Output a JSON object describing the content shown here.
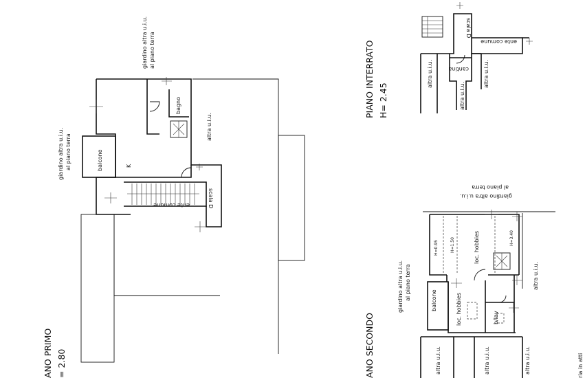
{
  "floors": {
    "piano_primo": {
      "title": "ANO PRIMO",
      "height": "= 2.80",
      "rooms": {
        "bagno": "bagno",
        "balcone": "balcone",
        "kitchen": "K",
        "scala": "scala D",
        "ente_comune": "ente comune",
        "altra_uiu": "altra u.i.u.",
        "giardino_top_1": "giardino altra u.i.u.",
        "giardino_top_2": "al piano terra",
        "giardino_left_1": "giardino altra u.i.u.",
        "giardino_left_2": "al piano terra"
      }
    },
    "piano_interrato": {
      "title": "PIANO INTERRATO",
      "height": "H= 2.45",
      "rooms": {
        "scala": "scala D",
        "ente_comune": "ente comune",
        "cantina": "cantina",
        "altra_uiu_1": "altra u.i.u.",
        "altra_uiu_2": "altra u.i.u.",
        "altra_uiu_3": "altra u.i.u."
      }
    },
    "piano_secondo": {
      "title": "ANO SECONDO",
      "rooms": {
        "giardino_top_1": "giardino altra u.i.u.",
        "giardino_top_2": "al piano terra",
        "giardino_left_1": "giardino altra u.i.u.",
        "giardino_left_2": "al piano terra",
        "loc_hobbies_1": "loc. hobbies",
        "loc_hobbies_2": "loc. hobbies",
        "h_095": "H=0.95",
        "h_150": "H=1.50",
        "h_340": "H=3.40",
        "balcone": "balcone",
        "blav": "b/lav",
        "altra_right": "altra u.i.u.",
        "altra_bottom_1": "altra u.i.u.",
        "altra_bottom_2": "altra u.i.u.",
        "altra_bottom_3": "altra u.i.u."
      }
    }
  },
  "footer_fragment": "ria in atti"
}
